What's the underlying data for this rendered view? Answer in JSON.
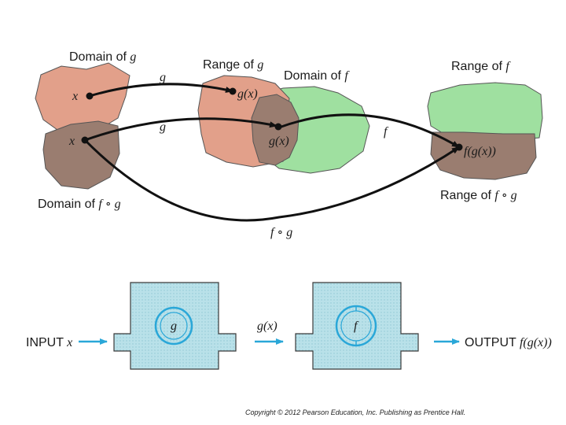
{
  "top": {
    "domain_g_label": {
      "text": "Domain of ",
      "var": "g"
    },
    "range_g_label": {
      "text": "Range of ",
      "var": "g"
    },
    "domain_f_label": {
      "text": "Domain of ",
      "var": "f"
    },
    "range_f_label": {
      "text": "Range of ",
      "var": "f"
    },
    "domain_fog_label": {
      "text": "Domain of ",
      "var": "f ∘ g"
    },
    "range_fog_label": {
      "text": "Range of ",
      "var": "f ∘ g"
    },
    "point_x_top": "x",
    "point_x_bottom": "x",
    "point_gx_top": "g(x)",
    "point_gx_middle": "g(x)",
    "point_fgx": "f(g(x))",
    "arrow_g_top": "g",
    "arrow_g_middle": "g",
    "arrow_f": "f",
    "arrow_fog": "f ∘ g"
  },
  "bottom": {
    "input_label": {
      "text": "INPUT ",
      "var": "x"
    },
    "machine_g_label": "g",
    "intermediate_label": "g(x)",
    "machine_f_label": "f",
    "output_label": {
      "text": "OUTPUT ",
      "var": "f(g(x))"
    }
  },
  "copyright": "Copyright © 2012 Pearson Education, Inc. Publishing as Prentice Hall.",
  "colors": {
    "domain_g": "#e2a08a",
    "overlap_brown": "#9a7d70",
    "domain_f": "#9fe0a0",
    "machine_fill": "#b9e1e9",
    "machine_stroke": "#3a3a3a",
    "ring": "#2aa7d8",
    "arrow_blue": "#2aa7d8"
  }
}
